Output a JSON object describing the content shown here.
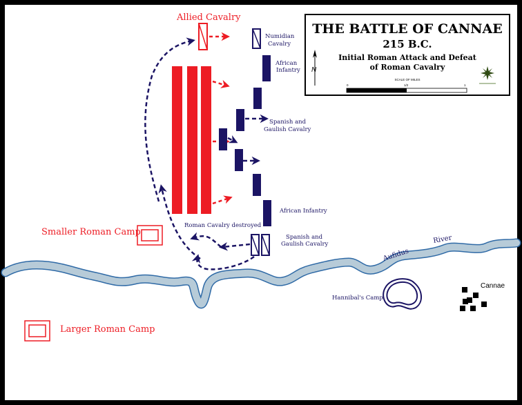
{
  "title_box": {
    "title": "THE BATTLE OF CANNAE",
    "date": "215 B.C.",
    "subtitle_line1": "Initial Roman Attack and Defeat",
    "subtitle_line2": "of Roman Cavalry",
    "north_label": "N",
    "scale_label": "SCALE OF MILES",
    "scale_ticks": [
      "0",
      "1/2",
      "1"
    ]
  },
  "labels": {
    "allied_cavalry": "Allied Cavalry",
    "numidian_cavalry_1": "Numidian",
    "numidian_cavalry_2": "Cavalry",
    "african_infantry_top_1": "African",
    "african_infantry_top_2": "Infantry",
    "spanish_gaulish_top_1": "Spanish and",
    "spanish_gaulish_top_2": "Gaulish Cavalry",
    "african_infantry_bottom": "African Infantry",
    "roman_cavalry_destroyed": "Roman Cavalry destroyed",
    "spanish_gaulish_bottom_1": "Spanish and",
    "spanish_gaulish_bottom_2": "Gaulish Cavalry",
    "smaller_roman_camp": "Smaller Roman Camp",
    "larger_roman_camp": "Larger Roman Camp",
    "aufidus": "Aufidus",
    "river": "River",
    "hannibals_camp": "Hannibal's Camp",
    "cannae": "Cannae"
  },
  "colors": {
    "roman": "#ed1c24",
    "carthaginian": "#1b1464",
    "river_fill": "#b7cbd8",
    "river_edge": "#2f6aa6"
  }
}
